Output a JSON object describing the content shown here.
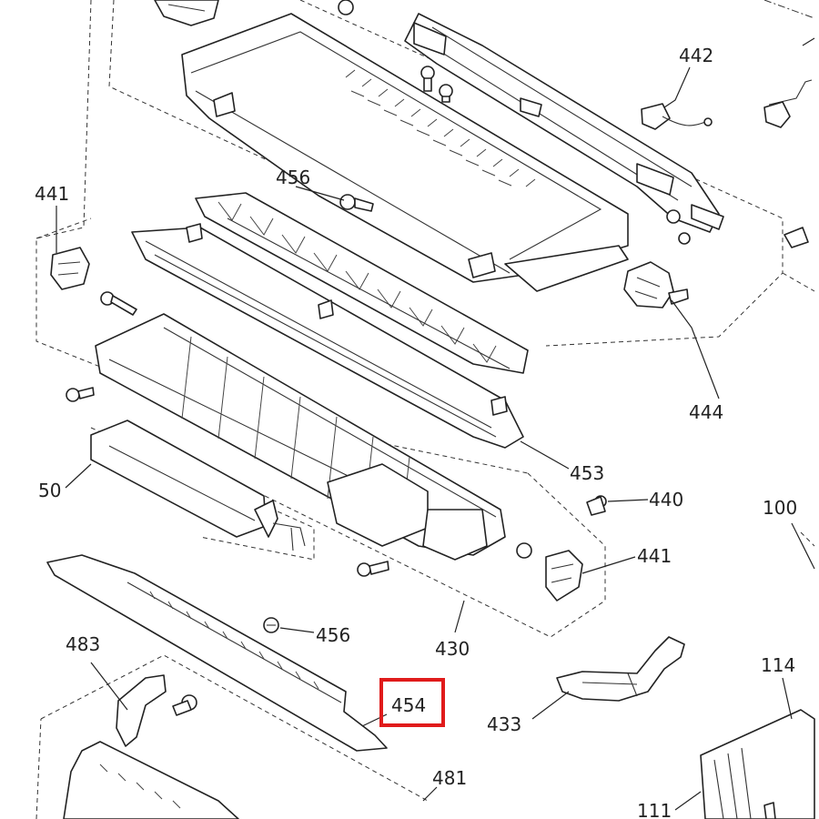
{
  "diagram": {
    "highlight_color": "#e01b1b",
    "highlighted_callout": "454",
    "callouts": {
      "c442": "442",
      "c456a": "456",
      "c441a": "441",
      "c444": "444",
      "c453": "453",
      "c50": "50",
      "c440": "440",
      "c100": "100",
      "c441b": "441",
      "c456b": "456",
      "c430": "430",
      "c483": "483",
      "c454": "454",
      "c114": "114",
      "c433": "433",
      "c481": "481",
      "c111": "111"
    }
  }
}
